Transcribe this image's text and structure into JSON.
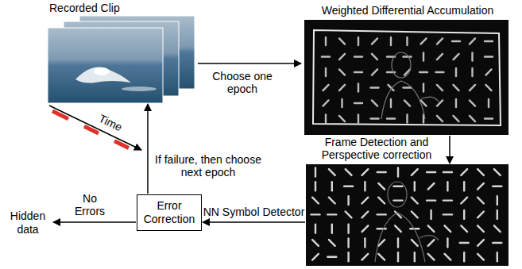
{
  "diagram": {
    "nodes": [
      {
        "text": [
          "Recorded Clip"
        ]
      },
      {
        "text": [
          "Weighted Differential Accumulation"
        ]
      },
      {
        "text": []
      },
      {
        "text": [
          "Error Correction"
        ]
      },
      {
        "text": [
          "Hidden data"
        ]
      }
    ],
    "edges": [
      {
        "from": 0,
        "to": 1,
        "arrow": "to",
        "label": "Choose one epoch"
      },
      {
        "from": 1,
        "to": 2,
        "arrow": "to",
        "label": "Frame Detection and Perspective correction"
      },
      {
        "from": 2,
        "to": 3,
        "arrow": "to",
        "label": "NN Symbol Detector"
      },
      {
        "from": 3,
        "to": 0,
        "arrow": "to",
        "label": "If failure, then choose next epoch"
      },
      {
        "from": 3,
        "to": 4,
        "arrow": "to",
        "label": "No Errors"
      }
    ],
    "labels": [
      "Time"
    ]
  }
}
